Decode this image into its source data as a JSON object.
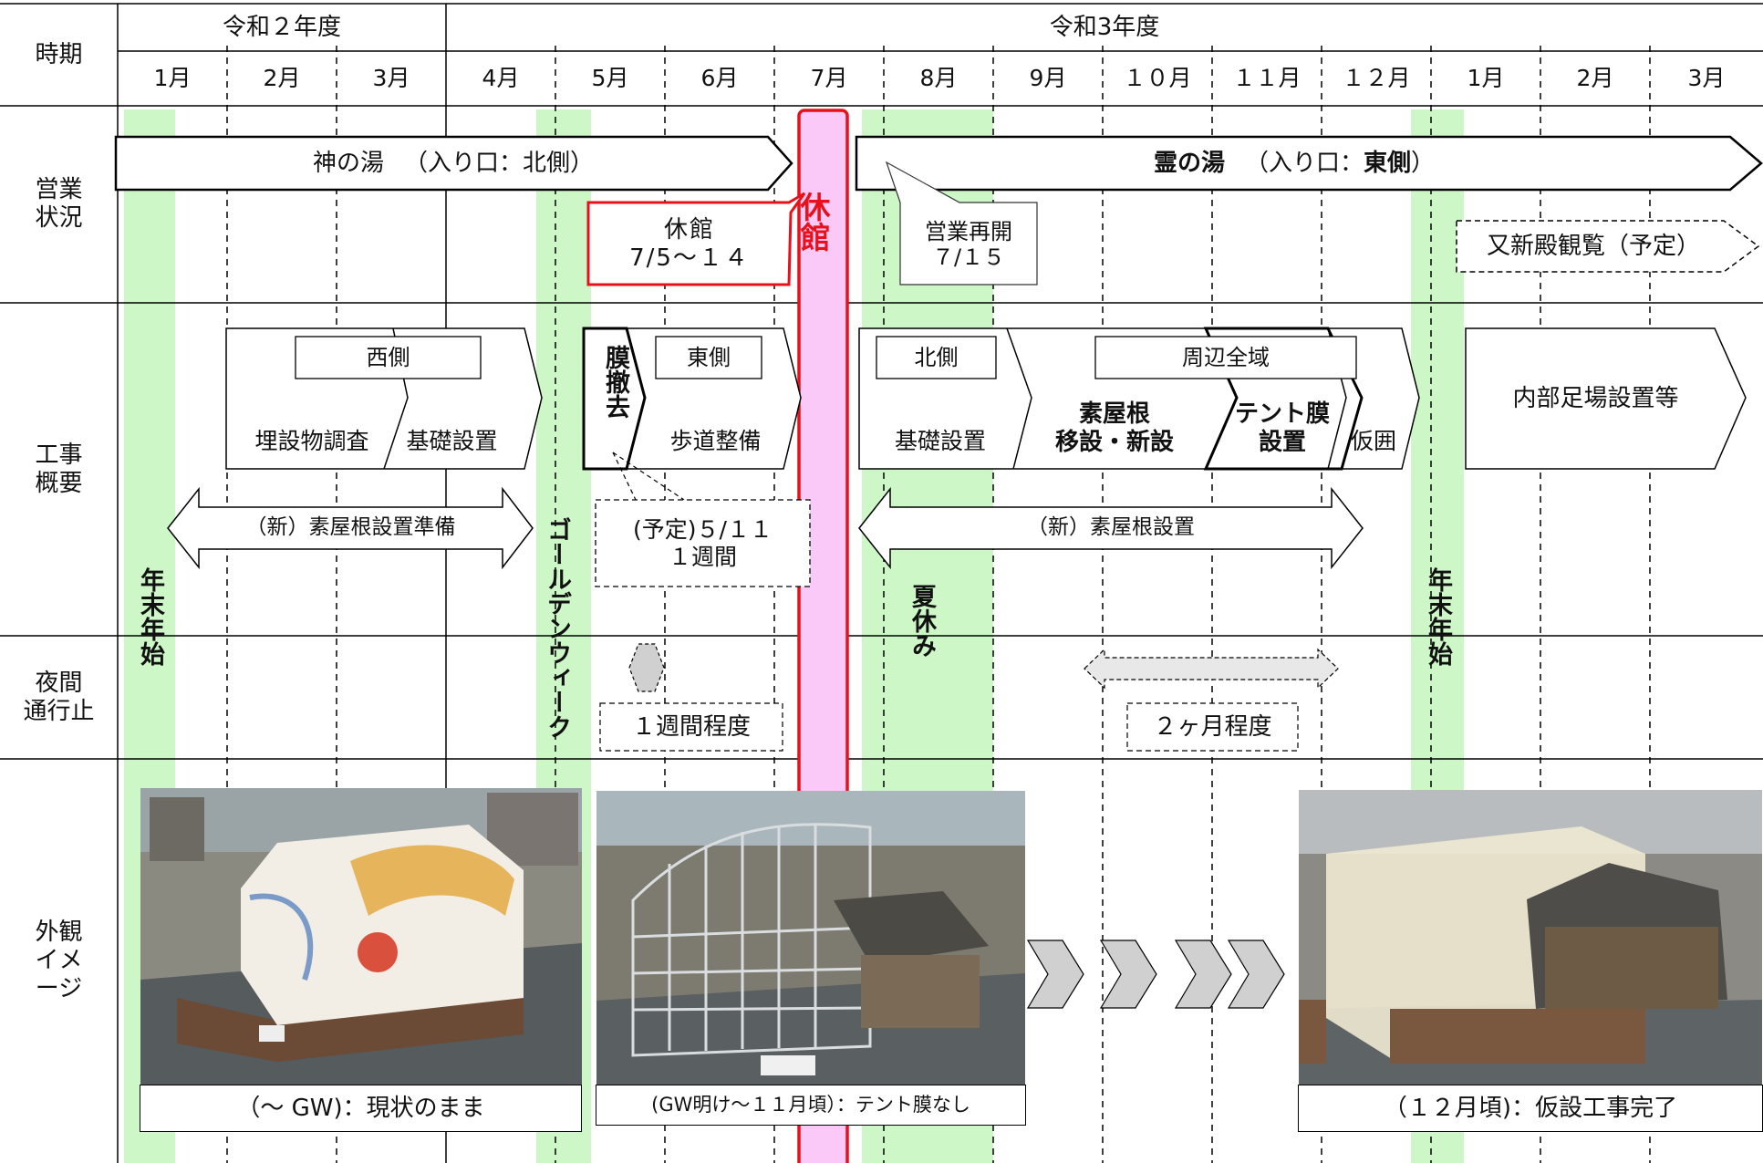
{
  "header": {
    "period_label": "時期",
    "fy2020": "令和２年度",
    "fy2021": "令和3年度",
    "months": [
      "1月",
      "2月",
      "3月",
      "4月",
      "5月",
      "6月",
      "7月",
      "8月",
      "9月",
      "１０月",
      "１１月",
      "１２月",
      "1月",
      "2月",
      "3月"
    ]
  },
  "rows": {
    "business": "営業\n状況",
    "construction": "工事\n概要",
    "night": "夜間\n通行止",
    "exterior": "外観\nイメ\nージ"
  },
  "business": {
    "kami_name": "神の湯",
    "kami_entrance": "（入り口：北側）",
    "rei_name": "霊の湯",
    "rei_entrance_prefix": "（入り口：",
    "rei_entrance_side": "東側",
    "rei_entrance_suffix": "）",
    "closed_callout": "休館\n7/5～１４",
    "closed_vertical": "休館",
    "reopen_callout": "営業再開\n７/１５",
    "matashinden": "又新殿観覧（予定）"
  },
  "construction": {
    "west_label": "西側",
    "buried_survey": "埋設物調査",
    "foundation_west": "基礎設置",
    "membrane_removal": "膜撤去",
    "east_label": "東側",
    "sidewalk": "歩道整備",
    "north_label": "北側",
    "foundation_north": "基礎設置",
    "suyane_relocation": "素屋根\n移設・新設",
    "surrounding_area": "周辺全域",
    "tent_membrane": "テント膜\n設置",
    "temporary_fence": "仮囲",
    "interior_scaffold": "内部足場設置等",
    "prep_range": "（新）素屋根設置準備",
    "schedule_note": "(予定)５/１１\n１週間",
    "install_range": "（新）素屋根設置"
  },
  "night_closure": {
    "one_week": "１週間程度",
    "two_months": "２ヶ月程度"
  },
  "bands": {
    "new_year_1": "年末年始",
    "golden_week": "ゴールデンウィーク",
    "summer": "夏休み",
    "new_year_2": "年末年始"
  },
  "exterior": {
    "caption1": "（～ GW)：現状のまま",
    "caption2": "(GW明け～１１月頃）：テント膜なし",
    "caption3": "（１２月頃)：仮設工事完了"
  },
  "colors": {
    "holiday_band": "#cdf7c6",
    "closure_band": "#fbc9f7",
    "closure_red": "#e8101a",
    "gray_arrow": "#d0d0d0",
    "night_arrow": "#e8e8e8"
  }
}
